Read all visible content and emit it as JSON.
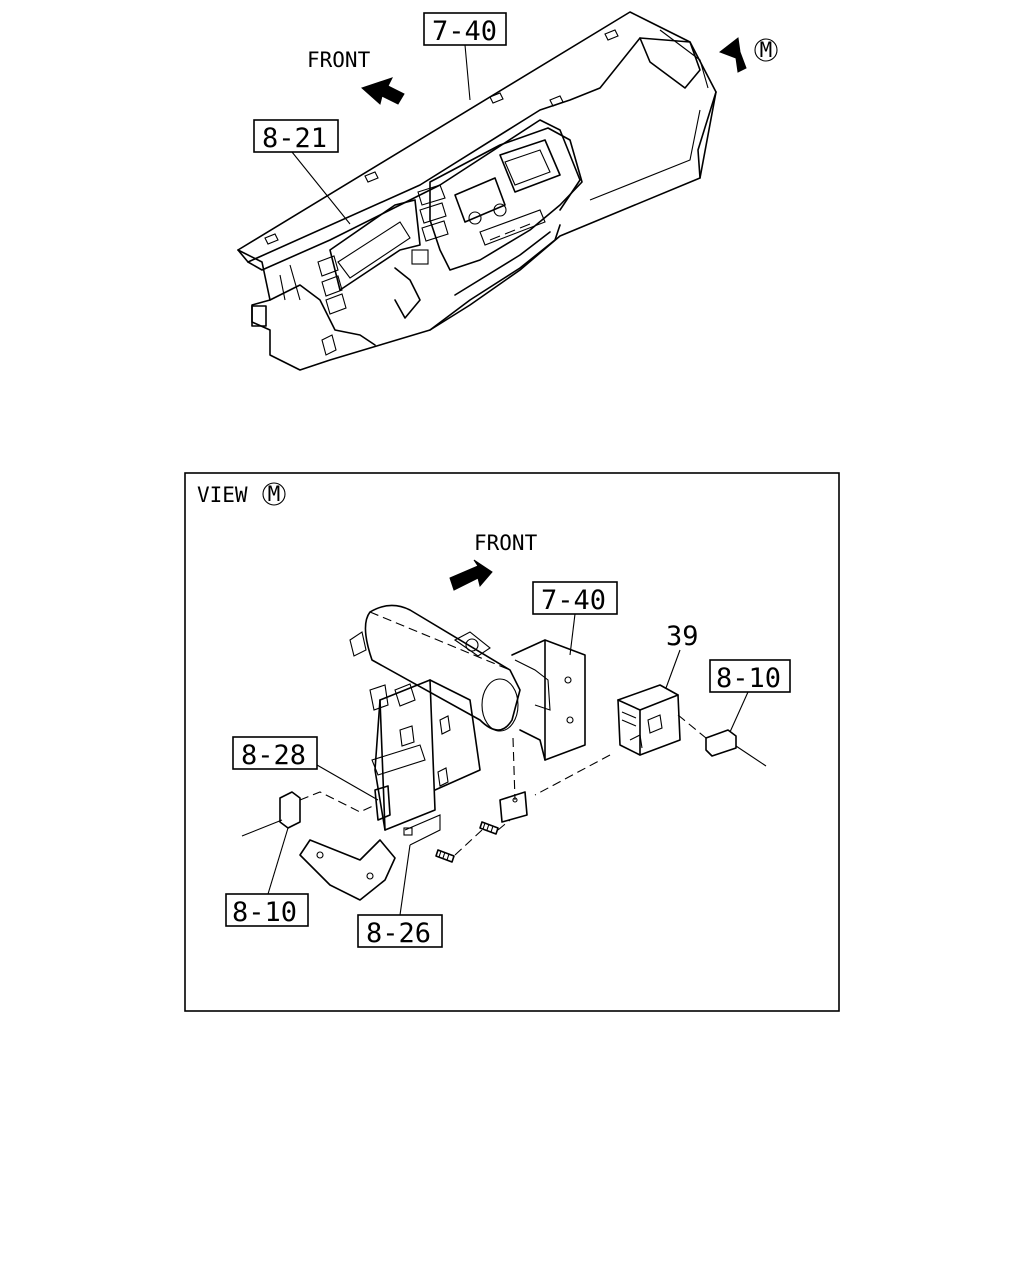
{
  "top_view": {
    "front_label": "FRONT",
    "callout_7_40": "7-40",
    "callout_8_21": "8-21",
    "view_marker": "M"
  },
  "detail_view": {
    "title": "VIEW",
    "title_marker": "M",
    "front_label": "FRONT",
    "callout_7_40": "7-40",
    "callout_39": "39",
    "callout_8_10_right": "8-10",
    "callout_8_28": "8-28",
    "callout_8_10_left": "8-10",
    "callout_8_26": "8-26"
  }
}
